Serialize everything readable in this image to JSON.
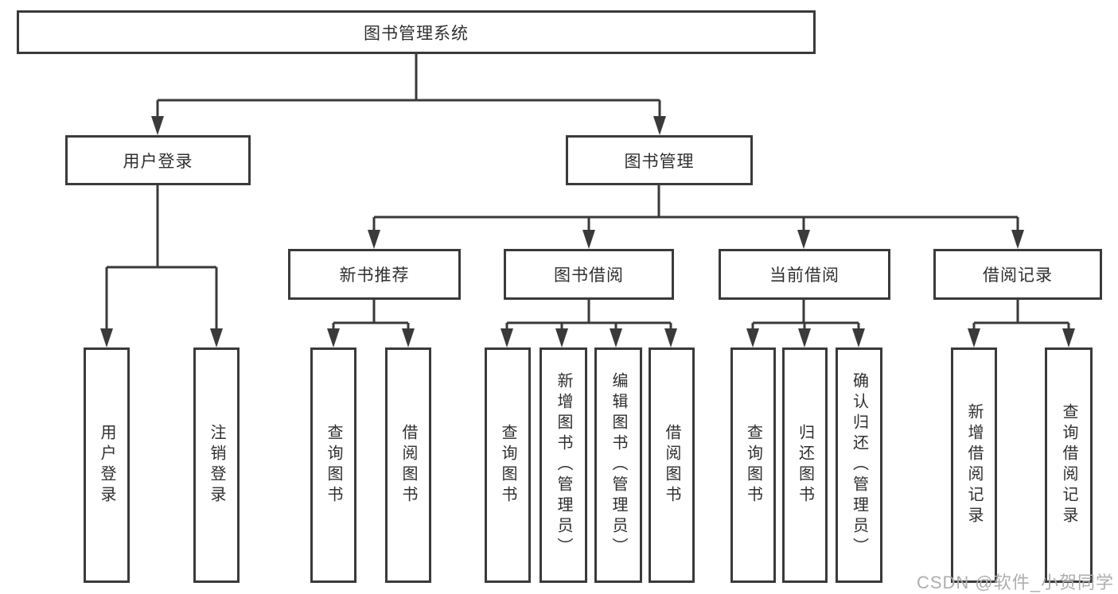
{
  "diagram": {
    "root": {
      "label": "图书管理系统"
    },
    "branches": [
      {
        "label": "用户登录",
        "children": [
          {
            "label": "用户登录"
          },
          {
            "label": "注销登录"
          }
        ]
      },
      {
        "label": "图书管理",
        "children": [
          {
            "label": "新书推荐",
            "children": [
              {
                "label": "查询图书"
              },
              {
                "label": "借阅图书"
              }
            ]
          },
          {
            "label": "图书借阅",
            "children": [
              {
                "label": "查询图书"
              },
              {
                "label": "新增图书（管理员）"
              },
              {
                "label": "编辑图书（管理员）"
              },
              {
                "label": "借阅图书"
              }
            ]
          },
          {
            "label": "当前借阅",
            "children": [
              {
                "label": "查询图书"
              },
              {
                "label": "归还图书"
              },
              {
                "label": "确认归还（管理员）"
              }
            ]
          },
          {
            "label": "借阅记录",
            "children": [
              {
                "label": "新增借阅记录"
              },
              {
                "label": "查询借阅记录"
              }
            ]
          }
        ]
      }
    ]
  },
  "watermark": {
    "text": "CSDN @软件_小贺同学",
    "color": "#aeaeae"
  },
  "colors": {
    "line": "#3a3a3a",
    "box_border": "#3a3a3a",
    "text": "#2f2f2f",
    "background": "#ffffff"
  }
}
